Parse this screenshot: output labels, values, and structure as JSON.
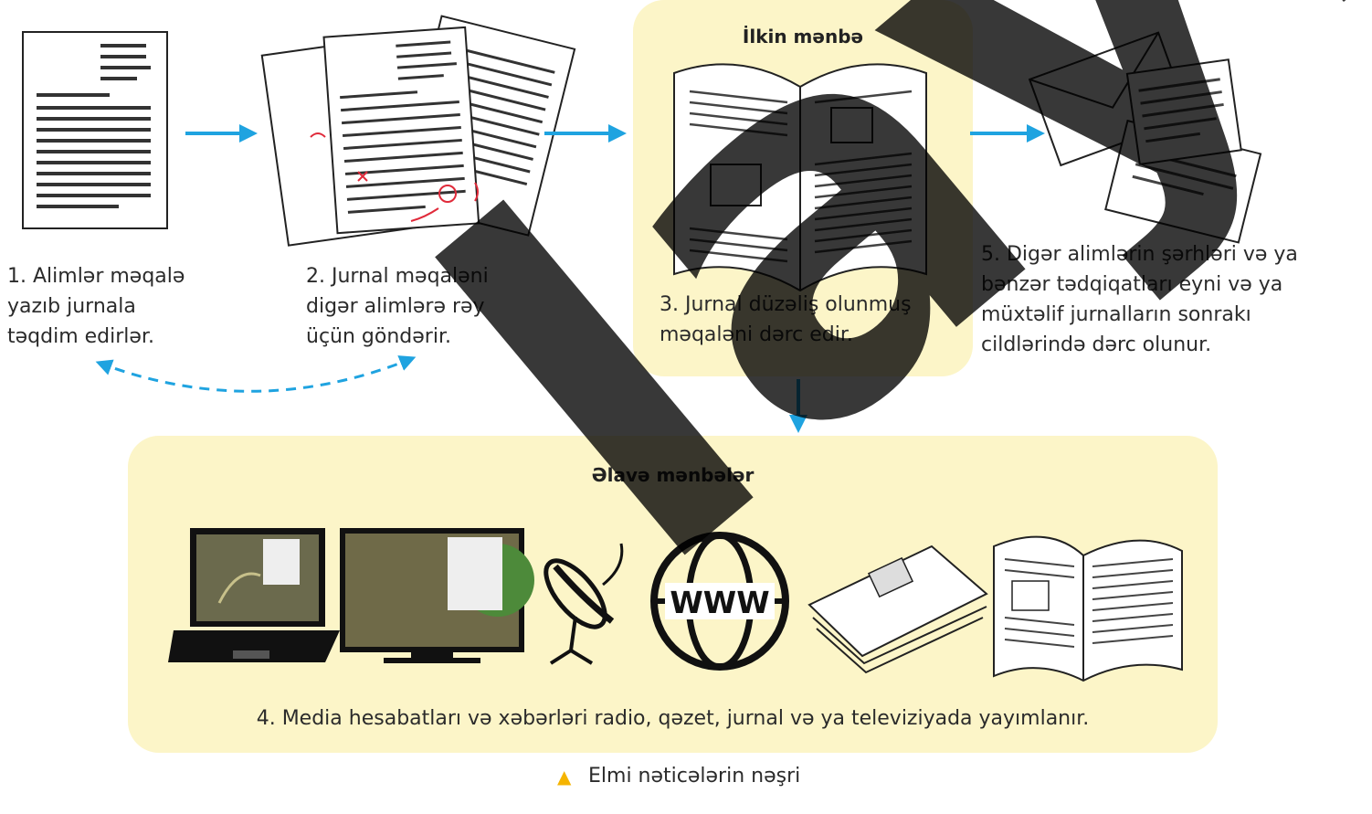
{
  "primary_source_title": "İlkin mənbə",
  "secondary_sources_title": "Əlavə mənbələr",
  "steps": [
    {
      "text": "1. Alimlər məqalə\n   yazıb jurnala\n  təqdim edirlər."
    },
    {
      "text": "2. Jurnal məqaləni\n   digər alimlərə rəy\n   üçün göndərir."
    },
    {
      "text": "3. Jurnal düzəliş olunmuş\n   məqaləni dərc edir."
    },
    {
      "text": "4. Media hesabatları və xəbərləri radio, qəzet, jurnal və ya televiziyada yayımlanır."
    },
    {
      "text": "5. Digər alimlərin şərhləri və ya\n   bənzər tədqiqatları eyni və ya\n   müxtəlif jurnalların sonrakı\n   cildlərində dərc olunur."
    }
  ],
  "media_icons": [
    "laptop-icon",
    "tv-monitor-icon",
    "satellite-dish-icon",
    "www-globe-icon",
    "newspaper-icon",
    "open-magazine-icon"
  ],
  "www_label": "WWW",
  "caption": {
    "marker": "▲",
    "text": "Elmi nəticələrin nəşri"
  },
  "watermark": "lay̆ihe",
  "colors": {
    "arrow": "#1fa3e0",
    "panel": "#fcf5c8",
    "marker": "#f5b400"
  }
}
